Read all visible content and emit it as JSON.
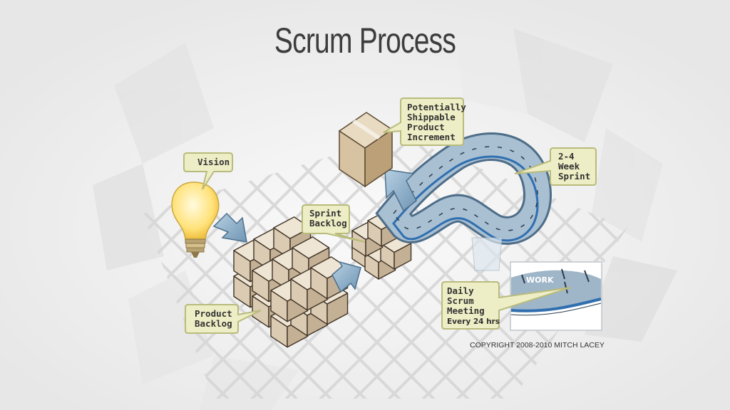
{
  "title": "Scrum Process",
  "callouts": {
    "vision": "Vision",
    "product_backlog_1": "Product",
    "product_backlog_2": "Backlog",
    "sprint_backlog_1": "Sprint",
    "sprint_backlog_2": "Backlog",
    "increment_1": "Potentially",
    "increment_2": "Shippable",
    "increment_3": "Product",
    "increment_4": "Increment",
    "sprint_1": "2-4",
    "sprint_2": "Week",
    "sprint_3": "Sprint",
    "daily_1": "Daily",
    "daily_2": "Scrum",
    "daily_3": "Meeting",
    "daily_4": "Every 24 hrs"
  },
  "work_label": "WORK",
  "copyright": "COPYRIGHT 2008-2010 MITCH LACEY",
  "colors": {
    "callout_fill": "#eeeec6",
    "callout_border": "#b9bb7c",
    "cube_light": "#efe5d4",
    "cube_mid": "#dccbb3",
    "cube_dark": "#c4b094",
    "arrow": "#7fa5c2",
    "loop": "#88a5bd"
  }
}
